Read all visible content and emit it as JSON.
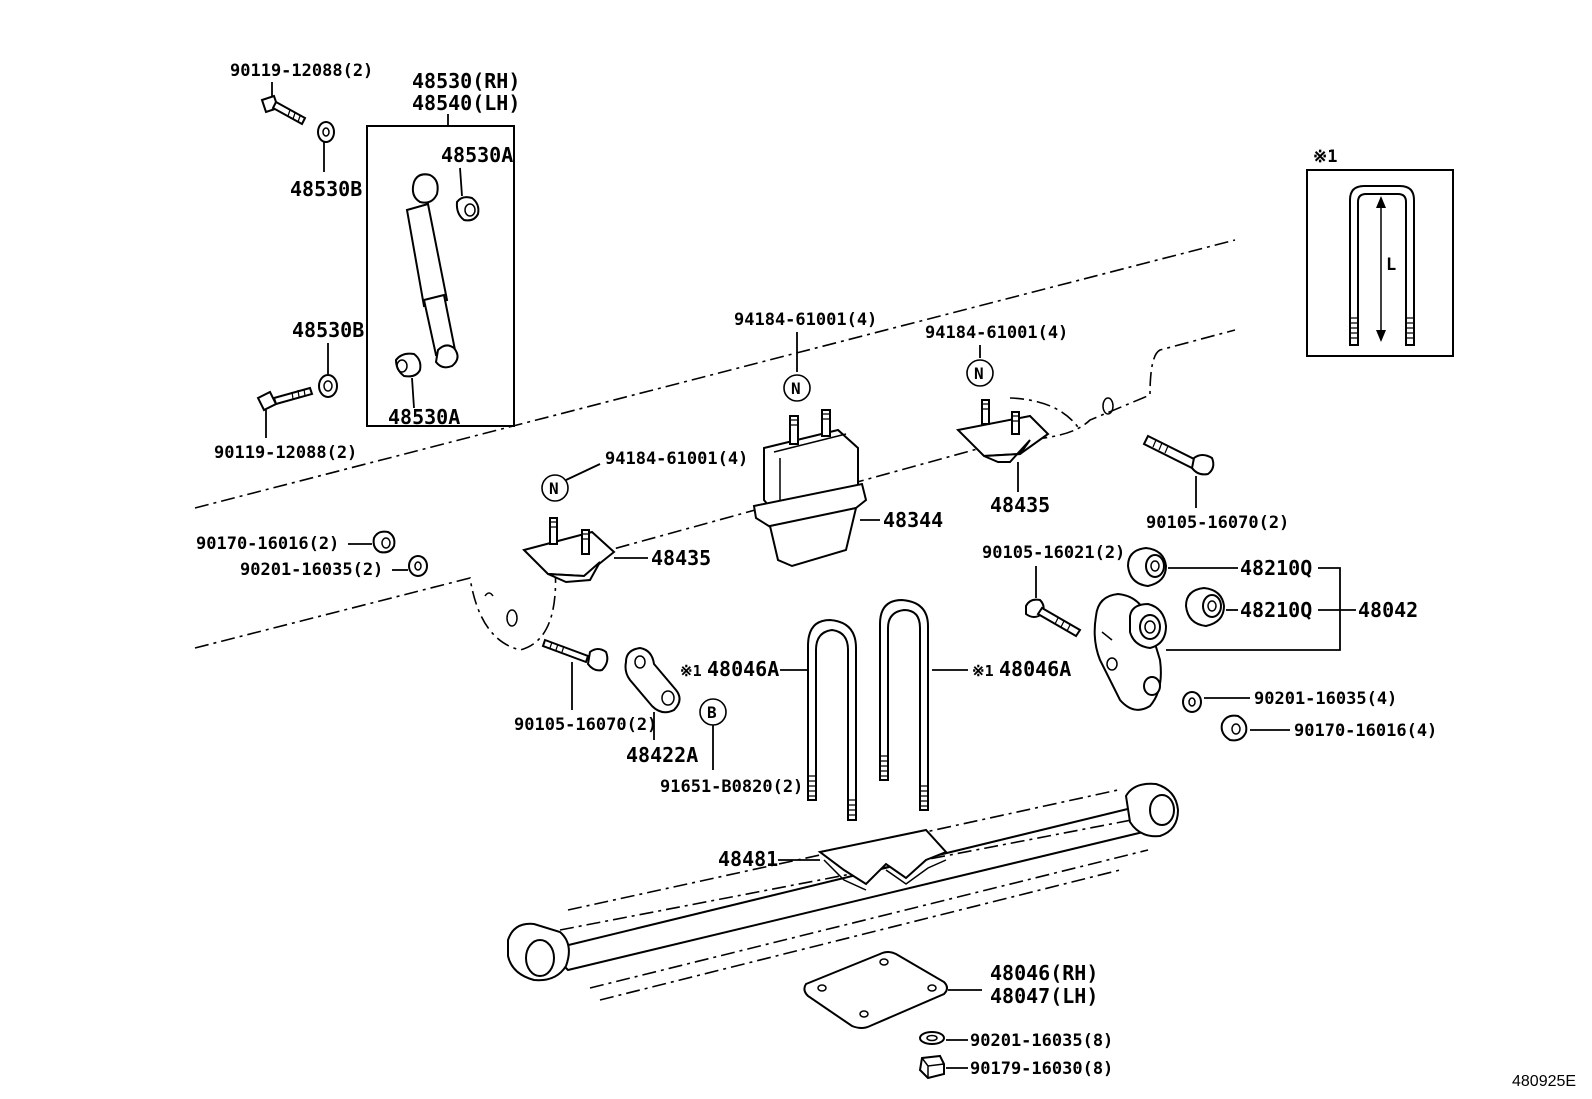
{
  "diagram_code": "480925E",
  "note_symbol": "※1",
  "inset": {
    "title": "※1",
    "dimension_label": "L"
  },
  "shock_absorber": {
    "assembly_rh": "48530(RH)",
    "assembly_lh": "48540(LH)",
    "bushing_upper": "48530A",
    "bushing_lower": "48530A",
    "washer_upper": "48530B",
    "washer_lower": "48530B",
    "bolt_upper": "90119-12088(2)",
    "bolt_lower": "90119-12088(2)"
  },
  "bumpers": {
    "nut_center": "94184-61001(4)",
    "nut_right": "94184-61001(4)",
    "nut_left": "94184-61001(4)",
    "badge_n": "N",
    "bumper_center": "48344",
    "bumper_right": "48435",
    "bumper_left": "48435"
  },
  "front_hanger": {
    "nut": "90170-16016(2)",
    "washer": "90201-16035(2)",
    "bolt": "90105-16070(2)",
    "bracket": "48422A",
    "badge_b": "B",
    "pin": "91651-B0820(2)"
  },
  "u_bolts": {
    "left": "48046A",
    "right": "48046A"
  },
  "rear_shackle": {
    "bolt_top": "90105-16070(2)",
    "bolt": "90105-16021(2)",
    "bushing_1": "48210Q",
    "bushing_2": "48210Q",
    "shackle": "48042",
    "washer": "90201-16035(4)",
    "nut": "90170-16016(4)"
  },
  "spring_parts": {
    "seat": "48481",
    "plate_rh": "48046(RH)",
    "plate_lh": "48047(LH)",
    "washer": "90201-16035(8)",
    "nut": "90179-16030(8)"
  }
}
